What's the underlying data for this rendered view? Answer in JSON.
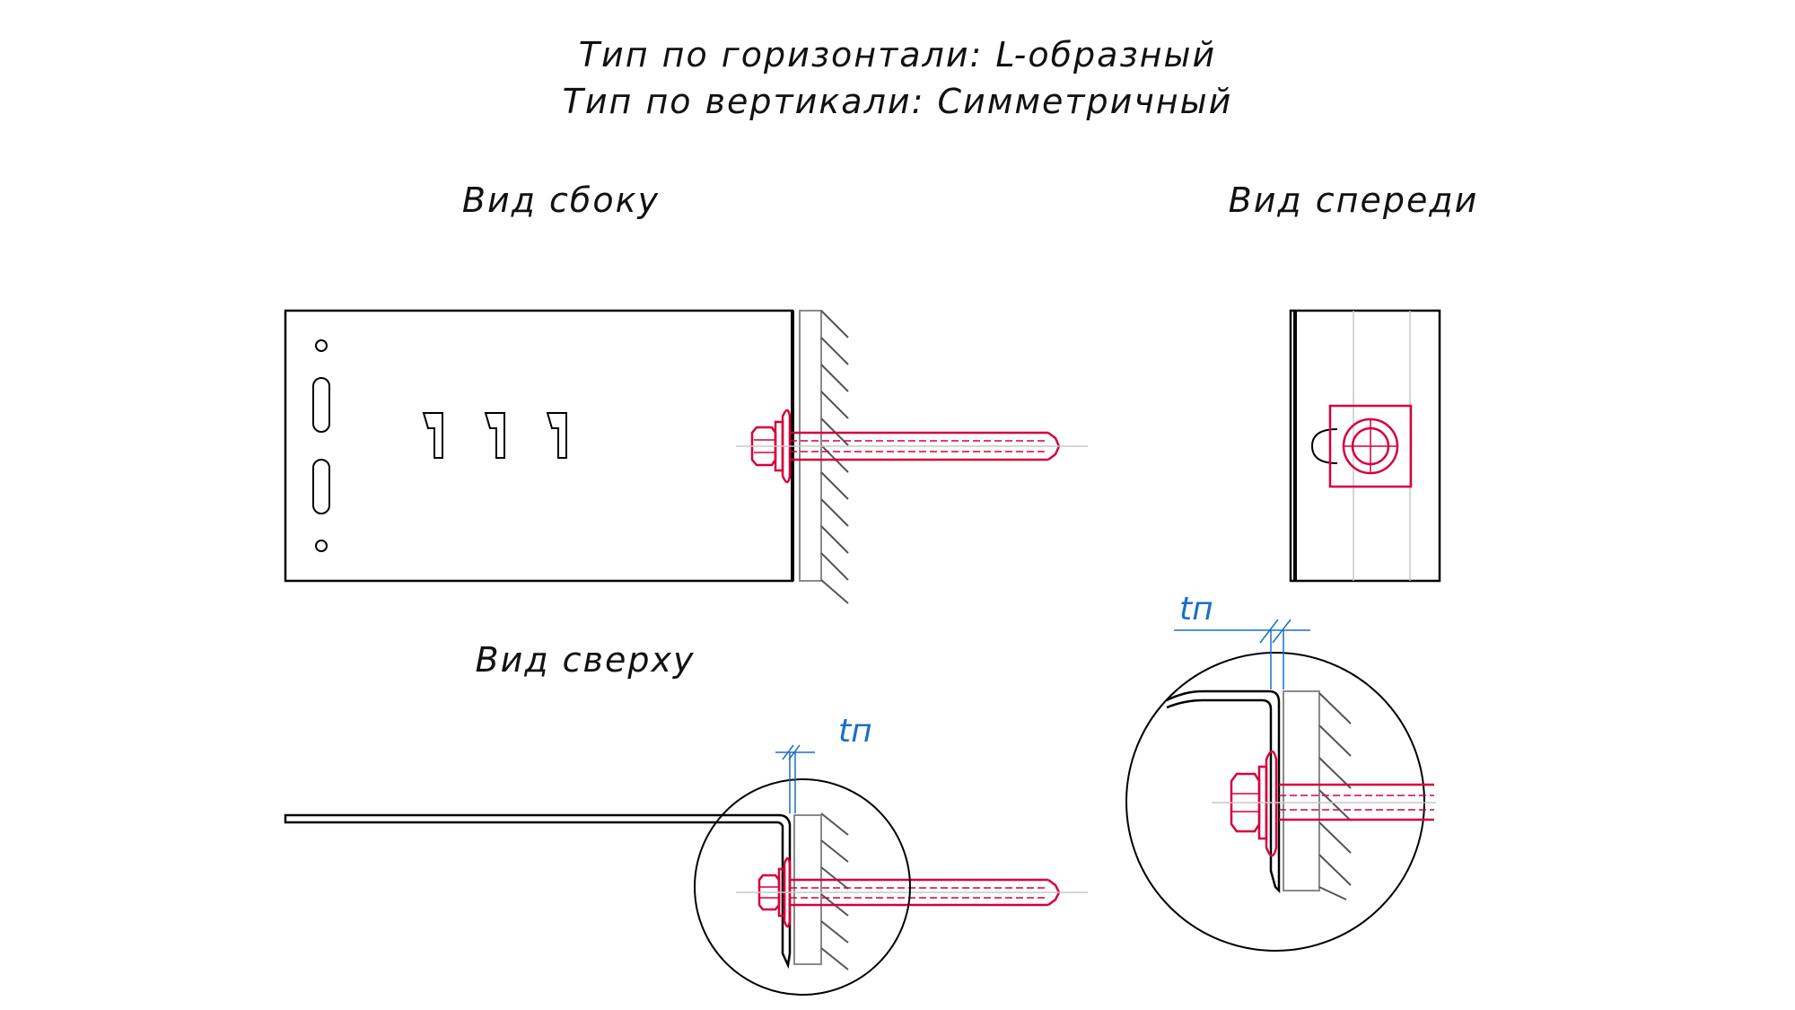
{
  "header": {
    "line1": "Тип по горизонтали: L-образный",
    "line2": "Тип по вертикали: Симметричный"
  },
  "views": {
    "side": "Вид сбоку",
    "front": "Вид спереди",
    "top": "Вид сверху"
  },
  "dimensions": {
    "top_view": "tп",
    "detail_view": "tп"
  },
  "colors": {
    "bracket": "#000000",
    "anchor": "#d6003c",
    "dimension": "#1a6fc9",
    "wall": "#8a8a8a"
  }
}
